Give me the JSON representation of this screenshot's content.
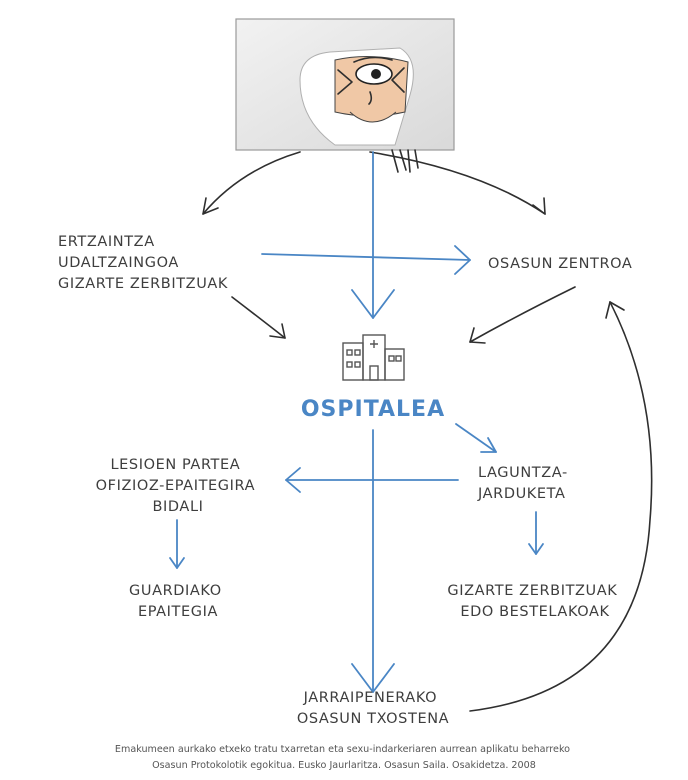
{
  "diagram": {
    "nodes": {
      "police": [
        "ERTZAINTZA",
        "UDALTZAINGOA",
        "GIZARTE ZERBITZUAK"
      ],
      "health_center": "OSASUN ZENTROA",
      "hospital": "OSPITALEA",
      "injury_report": [
        "LESIOEN PARTEA",
        "OFIZIOZ-EPAITEGIRA",
        "BIDALI"
      ],
      "assistance": [
        "LAGUNTZA-",
        "JARDUKETA"
      ],
      "guard_court": [
        "GUARDIAKO",
        "EPAITEGIA"
      ],
      "social_services": [
        "GIZARTE ZERBITZUAK",
        "EDO BESTELAKOAK"
      ],
      "followup_report": [
        "JARRAIPENERAKO",
        "OSASUN TXOSTENA"
      ]
    },
    "colors": {
      "accent": "#4a86c5",
      "text": "#3e3e3e",
      "black_arrow": "#2f2f2f",
      "frame": "#e4e4e4"
    },
    "icons": [
      "hospital-building-icon",
      "frightened-face-illustration"
    ]
  },
  "caption": [
    "Emakumeen aurkako etxeko tratu txarretan eta sexu-indarkeriaren aurrean aplikatu beharreko",
    "Osasun Protokolotik egokitua. Eusko Jaurlaritza. Osasun Saila. Osakidetza. 2008"
  ]
}
